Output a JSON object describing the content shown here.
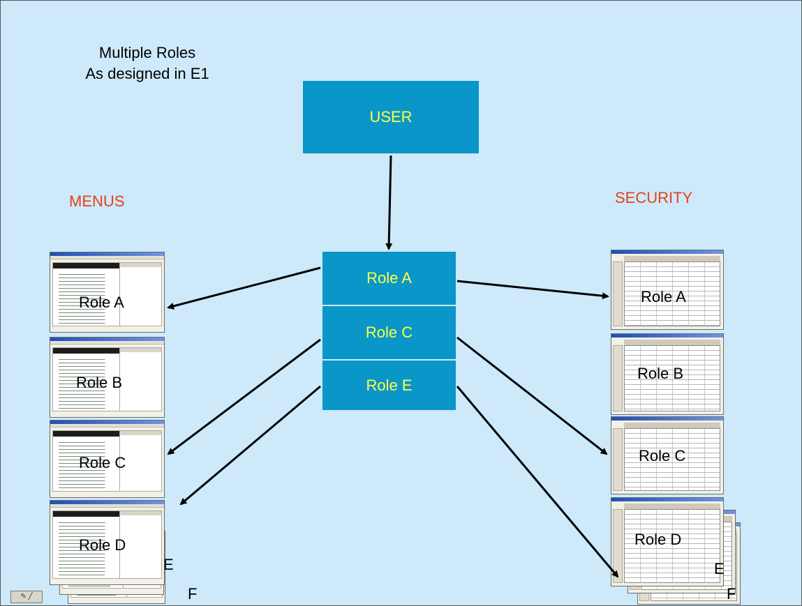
{
  "title": {
    "line1": "Multiple Roles",
    "line2": "As designed in E1"
  },
  "sections": {
    "menus": "MENUS",
    "security": "SECURITY"
  },
  "user_box": "USER",
  "roles": {
    "a": "Role A",
    "c": "Role C",
    "e": "Role E"
  },
  "menus": [
    {
      "label": "Role A"
    },
    {
      "label": "Role B"
    },
    {
      "label": "Role C"
    },
    {
      "label": "Role D"
    }
  ],
  "menus_extra": {
    "e": "E",
    "f": "F"
  },
  "security": [
    {
      "label": "Role A"
    },
    {
      "label": "Role B"
    },
    {
      "label": "Role C"
    },
    {
      "label": "Role D"
    }
  ],
  "security_extra": {
    "e": "E",
    "f": "F"
  },
  "colors": {
    "background": "#cde9fa",
    "box": "#0b96c9",
    "box_text": "#ffff44",
    "section_text": "#e8401a"
  },
  "icons": {
    "corner": "pen-icon"
  }
}
